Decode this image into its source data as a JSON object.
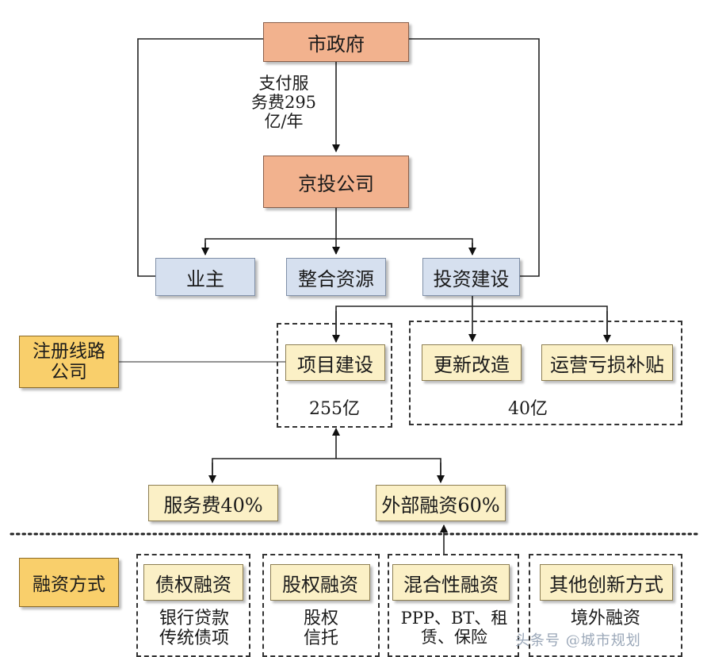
{
  "nodes": {
    "city_gov": "市政府",
    "jingtou": "京投公司",
    "owner": "业主",
    "integrate": "整合资源",
    "invest_build": "投资建设",
    "project_build": "项目建设",
    "renovation": "更新改造",
    "subsidy": "运营亏损补贴",
    "service_fee": "服务费40%",
    "external_finance": "外部融资60%",
    "line_company": [
      "注册线路",
      "公司"
    ],
    "finance_method": "融资方式",
    "debt": "债权融资",
    "equity": "股权融资",
    "hybrid": "混合性融资",
    "innovative": "其他创新方式"
  },
  "labels": {
    "payment": [
      "支付服",
      "务费295",
      "亿/年"
    ],
    "amount_255": "255亿",
    "amount_40": "40亿"
  },
  "details": {
    "debt": [
      "银行贷款",
      "传统债项"
    ],
    "equity": [
      "股权",
      "信托"
    ],
    "hybrid": [
      "PPP、BT、租",
      "赁、保险"
    ],
    "innovative": [
      "境外融资"
    ]
  },
  "watermark": "头条号 @城市规划"
}
